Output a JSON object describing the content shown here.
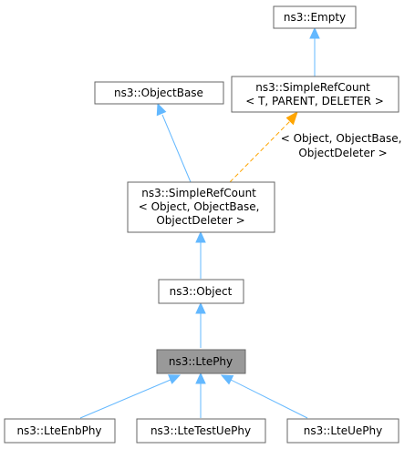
{
  "nodes": {
    "empty": {
      "lines": [
        "ns3::Empty"
      ]
    },
    "simple_ref_count_template": {
      "lines": [
        "ns3::SimpleRefCount",
        "< T, PARENT, DELETER >"
      ]
    },
    "object_base": {
      "lines": [
        "ns3::ObjectBase"
      ]
    },
    "simple_ref_count_object": {
      "lines": [
        "ns3::SimpleRefCount",
        "< Object, ObjectBase,",
        "ObjectDeleter >"
      ]
    },
    "object": {
      "lines": [
        "ns3::Object"
      ]
    },
    "lte_phy": {
      "lines": [
        "ns3::LtePhy"
      ]
    },
    "lte_enb_phy": {
      "lines": [
        "ns3::LteEnbPhy"
      ]
    },
    "lte_test_ue_phy": {
      "lines": [
        "ns3::LteTestUePhy"
      ]
    },
    "lte_ue_phy": {
      "lines": [
        "ns3::LteUePhy"
      ]
    }
  },
  "edge_labels": {
    "template_instantiation": [
      "< Object, ObjectBase,",
      "ObjectDeleter >"
    ]
  },
  "colors": {
    "inheritance_edge": "#63b8ff",
    "template_edge": "#ffa500",
    "highlight_node_fill": "#999999",
    "node_border": "#666666"
  }
}
